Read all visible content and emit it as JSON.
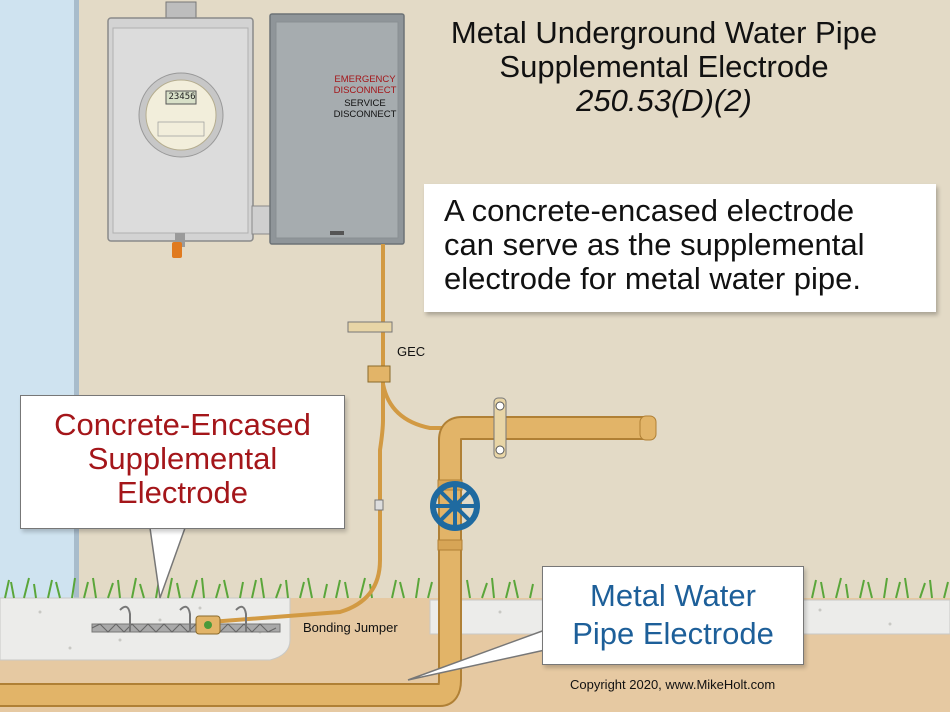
{
  "title": {
    "line1": "Metal Underground Water Pipe",
    "line2": "Supplemental Electrode",
    "code_ref": "250.53(D)(2)"
  },
  "note": {
    "line1": "A concrete-encased electrode",
    "line2": "can serve as the supplemental",
    "line3": "electrode for metal water pipe."
  },
  "callouts": {
    "concrete_encased": {
      "line1": "Concrete-Encased",
      "line2": "Supplemental",
      "line3": "Electrode"
    },
    "metal_water_pipe": {
      "line1": "Metal Water",
      "line2": "Pipe Electrode"
    }
  },
  "labels": {
    "gec": "GEC",
    "bonding_jumper": "Bonding Jumper"
  },
  "disconnect": {
    "line1": "EMERGENCY",
    "line2": "DISCONNECT",
    "line3": "SERVICE",
    "line4": "DISCONNECT"
  },
  "meter": {
    "reading": "23456"
  },
  "copyright": "Copyright 2020, www.MikeHolt.com",
  "colors": {
    "wall": "#e3dac6",
    "sky": "#cfe3f0",
    "soil": "#e6c9a2",
    "concrete": "#ececea",
    "pipe": "#e2b468",
    "valve": "#1f6aa0",
    "grass": "#5aa63a",
    "callout_red": "#a4161a",
    "callout_blue": "#1d5f99"
  }
}
